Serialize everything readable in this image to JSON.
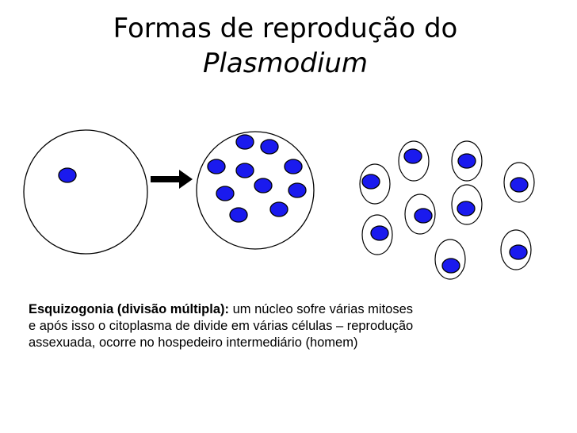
{
  "title": {
    "line1": "Formas de reprodução do",
    "line2": "Plasmodium"
  },
  "caption": {
    "bold": "Esquizogonia (divisão múltipla):",
    "text": " um núcleo sofre várias mitoses e após isso o citoplasma de divide em várias células – reprodução assexuada, ocorre no hospedeiro intermediário (homem)"
  },
  "colors": {
    "nucleus_fill": "#1a1aee",
    "outline": "#000000",
    "background": "#ffffff"
  }
}
